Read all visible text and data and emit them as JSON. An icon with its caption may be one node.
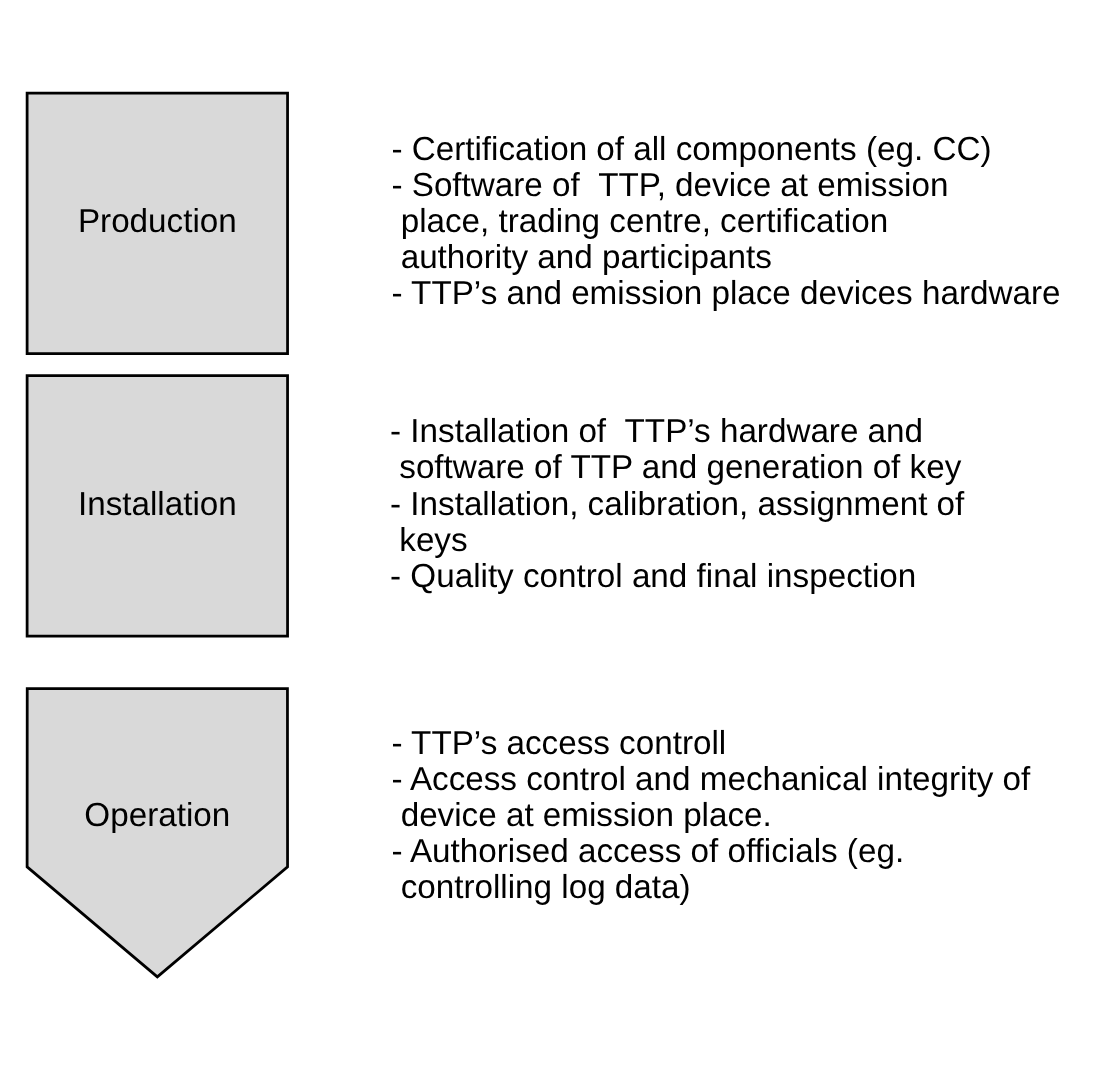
{
  "diagram": {
    "nodes": [
      {
        "text": [
          "Production"
        ],
        "beside": [
          "- Certification of all components (eg. CC)",
          "- Software of  TTP, device at emission place, trading centre, certification authority and participants",
          "- TTP’s and emission place devices hardware"
        ]
      },
      {
        "text": [
          "Installation"
        ],
        "beside": [
          "- Installation of  TTP’s hardware and software of TTP and generation of key",
          "- Installation, calibration, assignment of keys",
          "- Quality control and final inspection"
        ]
      },
      {
        "text": [
          "Operation"
        ],
        "beside": [
          "- TTP’s access controll",
          "- Access control and mechanical integrity of device at emission place.",
          "- Authorised access of officials (eg. controlling log data)"
        ]
      }
    ]
  }
}
